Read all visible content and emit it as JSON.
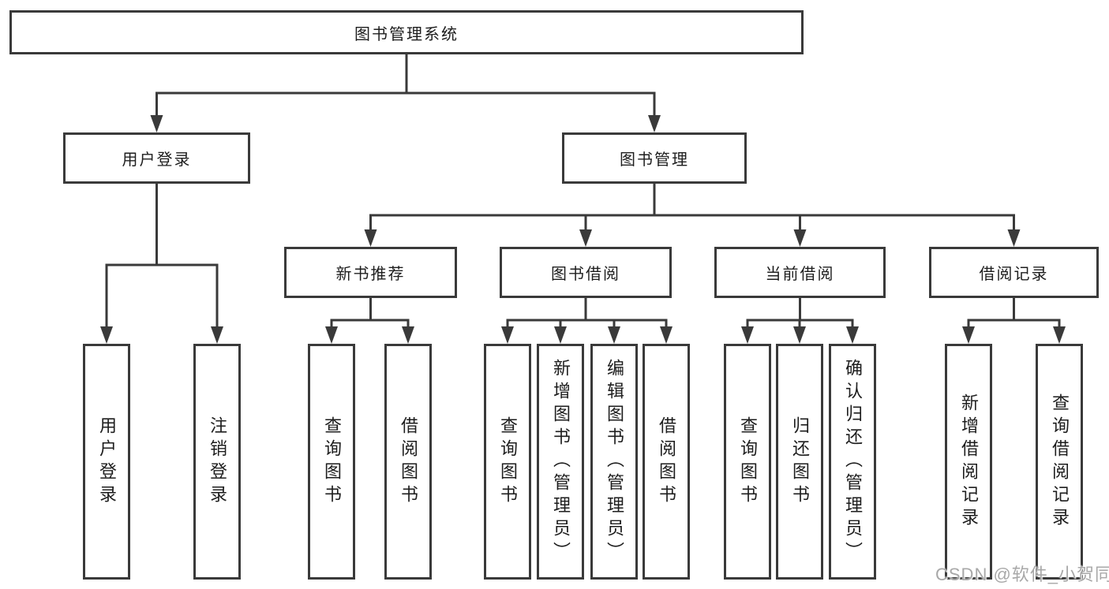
{
  "diagram": {
    "root_label": "图书管理系统",
    "level2": [
      {
        "label": "用户登录",
        "children": [
          "用户登录",
          "注销登录"
        ]
      },
      {
        "label": "图书管理"
      }
    ],
    "level3": [
      {
        "label": "新书推荐",
        "children": [
          "查询图书",
          "借阅图书"
        ]
      },
      {
        "label": "图书借阅",
        "children": [
          "查询图书",
          "新增图书（管理员）",
          "编辑图书（管理员）",
          "借阅图书"
        ]
      },
      {
        "label": "当前借阅",
        "children": [
          "查询图书",
          "归还图书",
          "确认归还（管理员）"
        ]
      },
      {
        "label": "借阅记录",
        "children": [
          "新增借阅记录",
          "查询借阅记录"
        ]
      }
    ]
  },
  "watermark": "CSDN @软件_小贺同学",
  "colors": {
    "line": "#3a3a3a",
    "text": "#1d1d1d",
    "watermark": "#a8a8a8",
    "background": "#ffffff"
  }
}
